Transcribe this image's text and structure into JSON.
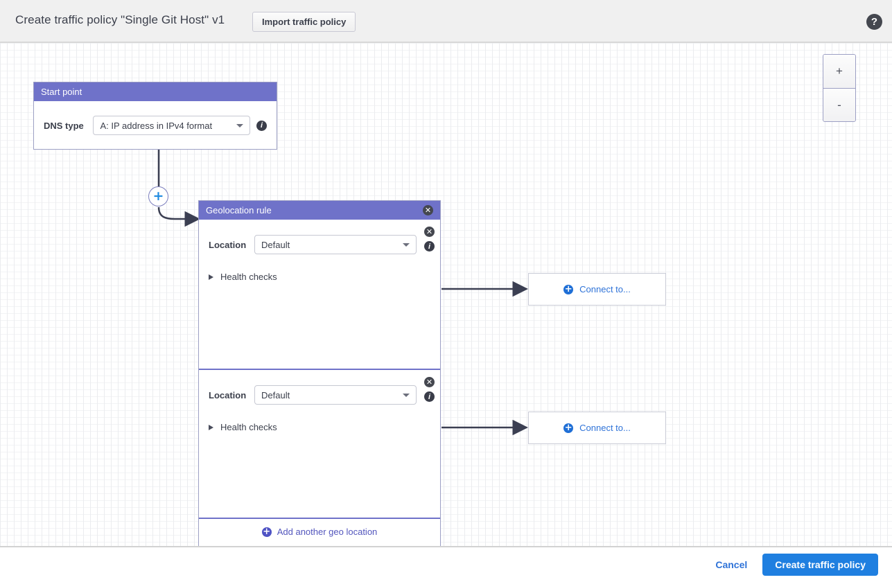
{
  "header": {
    "title": "Create traffic policy \"Single Git Host\" v1",
    "import_button": "Import traffic policy",
    "help_icon": "help-icon",
    "help_glyph": "?"
  },
  "canvas": {
    "zoom": {
      "in_label": "+",
      "out_label": "-"
    },
    "connector_plus": "+"
  },
  "start_point": {
    "title": "Start point",
    "dns_type_label": "DNS type",
    "dns_type_value": "A: IP address in IPv4 format"
  },
  "geolocation_rule": {
    "title": "Geolocation rule",
    "close_glyph": "✕",
    "info_glyph": "i",
    "sections": [
      {
        "location_label": "Location",
        "location_value": "Default",
        "health_checks_label": "Health checks"
      },
      {
        "location_label": "Location",
        "location_value": "Default",
        "health_checks_label": "Health checks"
      }
    ],
    "add_location_label": "Add another geo location",
    "add_location_glyph": "+"
  },
  "connect_boxes": [
    {
      "label": "Connect to...",
      "glyph": "+"
    },
    {
      "label": "Connect to...",
      "glyph": "+"
    }
  ],
  "footer": {
    "cancel_label": "Cancel",
    "submit_label": "Create traffic policy"
  },
  "colors": {
    "node_header": "#6f72c9",
    "primary_button": "#1f7fe0",
    "link_blue": "#2f73d8",
    "violet_link": "#5356bd",
    "wire": "#3b3f52"
  }
}
